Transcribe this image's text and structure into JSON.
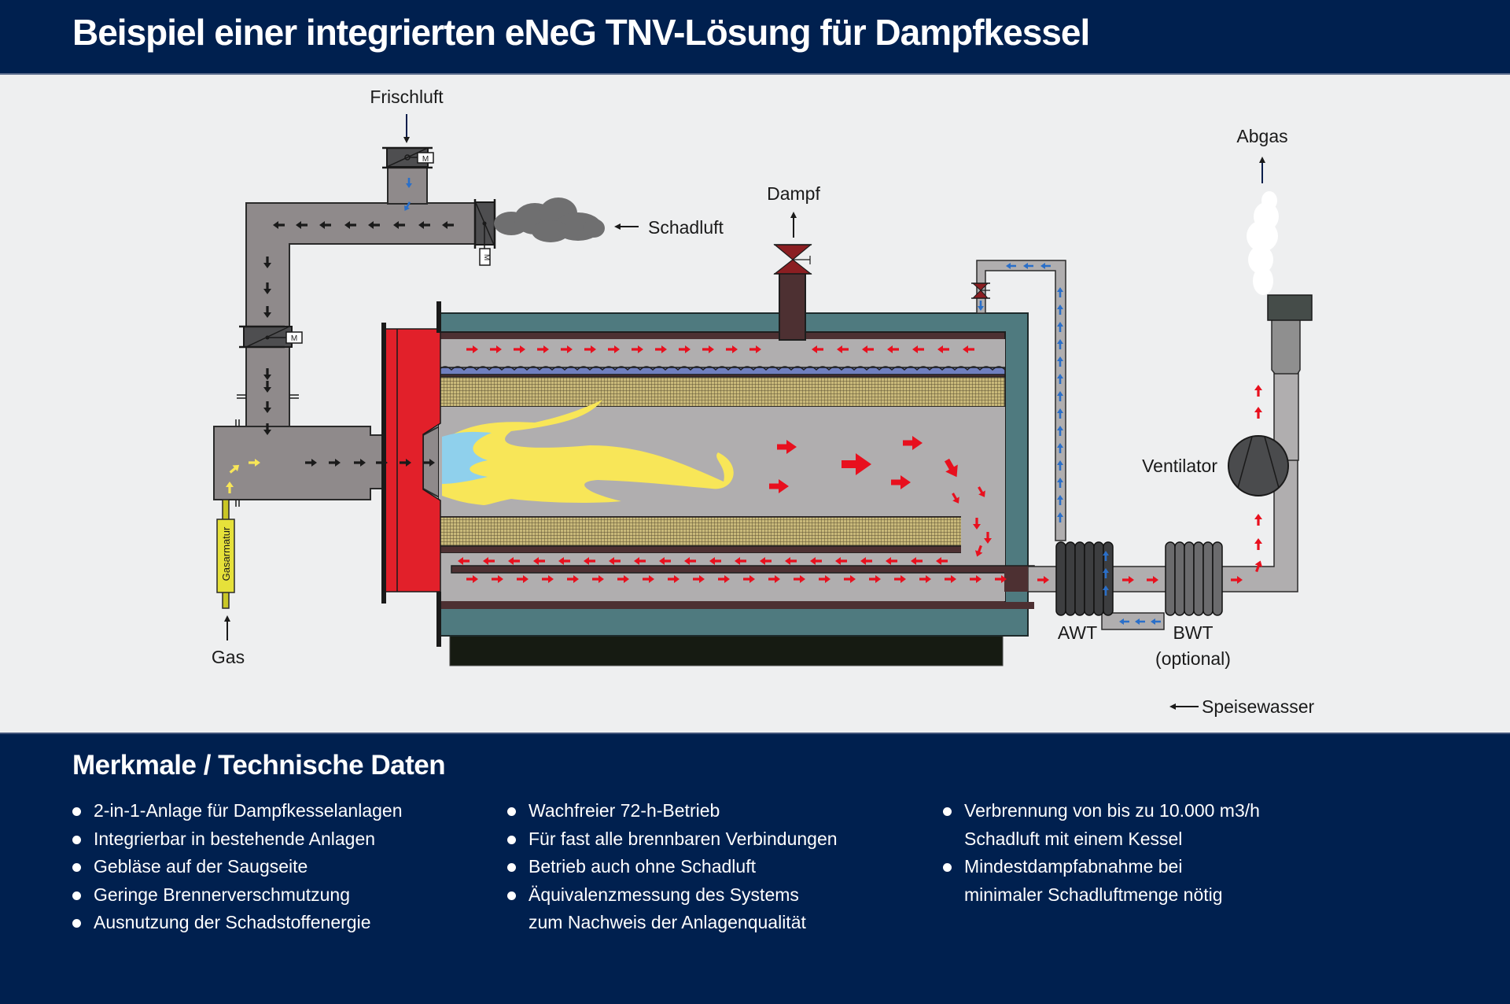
{
  "header": {
    "title": "Beispiel einer integrierten eNeG TNV-Lösung für Dampfkessel"
  },
  "diagram": {
    "labels": {
      "frischluft": "Frischluft",
      "schadluft": "Schadluft",
      "dampf": "Dampf",
      "abgas": "Abgas",
      "ventilator": "Ventilator",
      "gas": "Gas",
      "gasarmatur": "Gasarmatur",
      "awt": "AWT",
      "bwt": "BWT",
      "bwt_optional": "(optional)",
      "speisewasser": "Speisewasser",
      "motor": "M"
    },
    "colors": {
      "duct_gray": "#8f8a8b",
      "damper_dark": "#4e4e50",
      "boiler_teal": "#4f7a7f",
      "boiler_brown": "#4d3032",
      "flue_gray": "#b0aeaf",
      "water_blue": "#6f7fbf",
      "insulation_yellow": "#c9b97a",
      "burner_red": "#e2202a",
      "flame_yellow": "#f8e658",
      "flame_blue": "#8fd0ec",
      "flow_red": "#e8101e",
      "flow_blue": "#2a6fc9",
      "flow_black": "#1a1a1a",
      "base_black": "#161b12",
      "smoke_gray": "#6f6f70",
      "heat_exchanger": "#3d3e40",
      "navy": "#00204f"
    }
  },
  "features": {
    "title": "Merkmale / Technische Daten",
    "columns": [
      [
        {
          "text": "2-in-1-Anlage für Dampfkesselanlagen",
          "bullet": true
        },
        {
          "text": "Integrierbar in bestehende Anlagen",
          "bullet": true
        },
        {
          "text": "Gebläse auf der Saugseite",
          "bullet": true
        },
        {
          "text": "Geringe Brennerverschmutzung",
          "bullet": true
        },
        {
          "text": "Ausnutzung der Schadstoffenergie",
          "bullet": true
        }
      ],
      [
        {
          "text": "Wachfreier 72-h-Betrieb",
          "bullet": true
        },
        {
          "text": "Für fast alle brennbaren Verbindungen",
          "bullet": true
        },
        {
          "text": "Betrieb auch ohne Schadluft",
          "bullet": true
        },
        {
          "text": "Äquivalenzmessung des Systems",
          "bullet": true
        },
        {
          "text": "zum Nachweis der Anlagenqualität",
          "bullet": false
        }
      ],
      [
        {
          "text": "Verbrennung von bis zu 10.000 m3/h",
          "bullet": true
        },
        {
          "text": "Schadluft mit einem Kessel",
          "bullet": false
        },
        {
          "text": "Mindestdampfabnahme bei",
          "bullet": true
        },
        {
          "text": "minimaler Schadluftmenge nötig",
          "bullet": false
        }
      ]
    ]
  }
}
